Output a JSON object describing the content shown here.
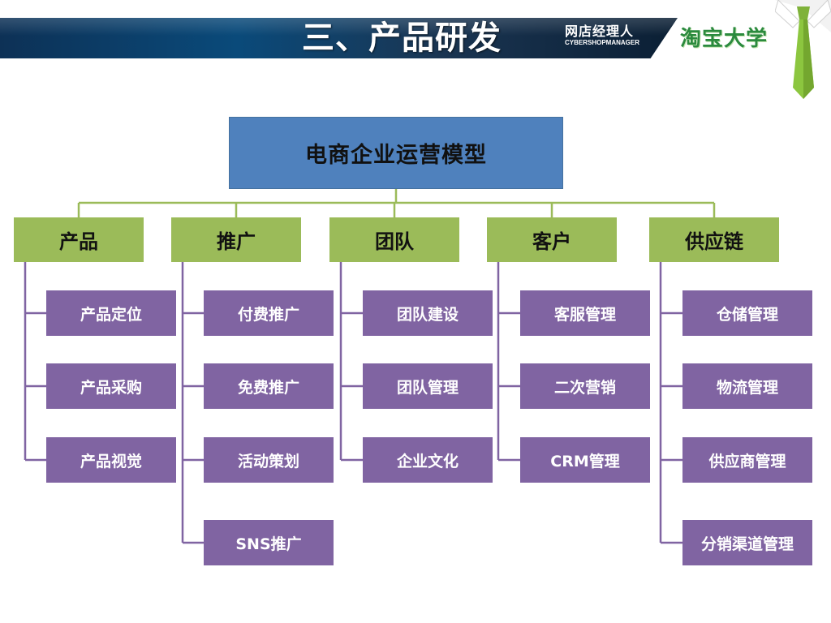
{
  "header": {
    "title": "三、产品研发",
    "logo_cn": "网店经理人",
    "logo_en": "CYBERSHOPMANAGER",
    "logo_taobao": "淘宝大学"
  },
  "colors": {
    "header_bar": "#0d3156",
    "root_fill": "#4f81bd",
    "category_fill": "#9bbb59",
    "item_fill": "#8064a2",
    "connector_green": "#9bbb59",
    "connector_purple": "#8064a2"
  },
  "diagram": {
    "root": "电商企业运营模型",
    "categories": [
      {
        "label": "产品",
        "items": [
          "产品定位",
          "产品采购",
          "产品视觉"
        ]
      },
      {
        "label": "推广",
        "items": [
          "付费推广",
          "免费推广",
          "活动策划",
          "SNS推广"
        ]
      },
      {
        "label": "团队",
        "items": [
          "团队建设",
          "团队管理",
          "企业文化"
        ]
      },
      {
        "label": "客户",
        "items": [
          "客服管理",
          "二次营销",
          "CRM管理"
        ]
      },
      {
        "label": "供应链",
        "items": [
          "仓储管理",
          "物流管理",
          "供应商管理",
          "分销渠道管理"
        ]
      }
    ]
  }
}
